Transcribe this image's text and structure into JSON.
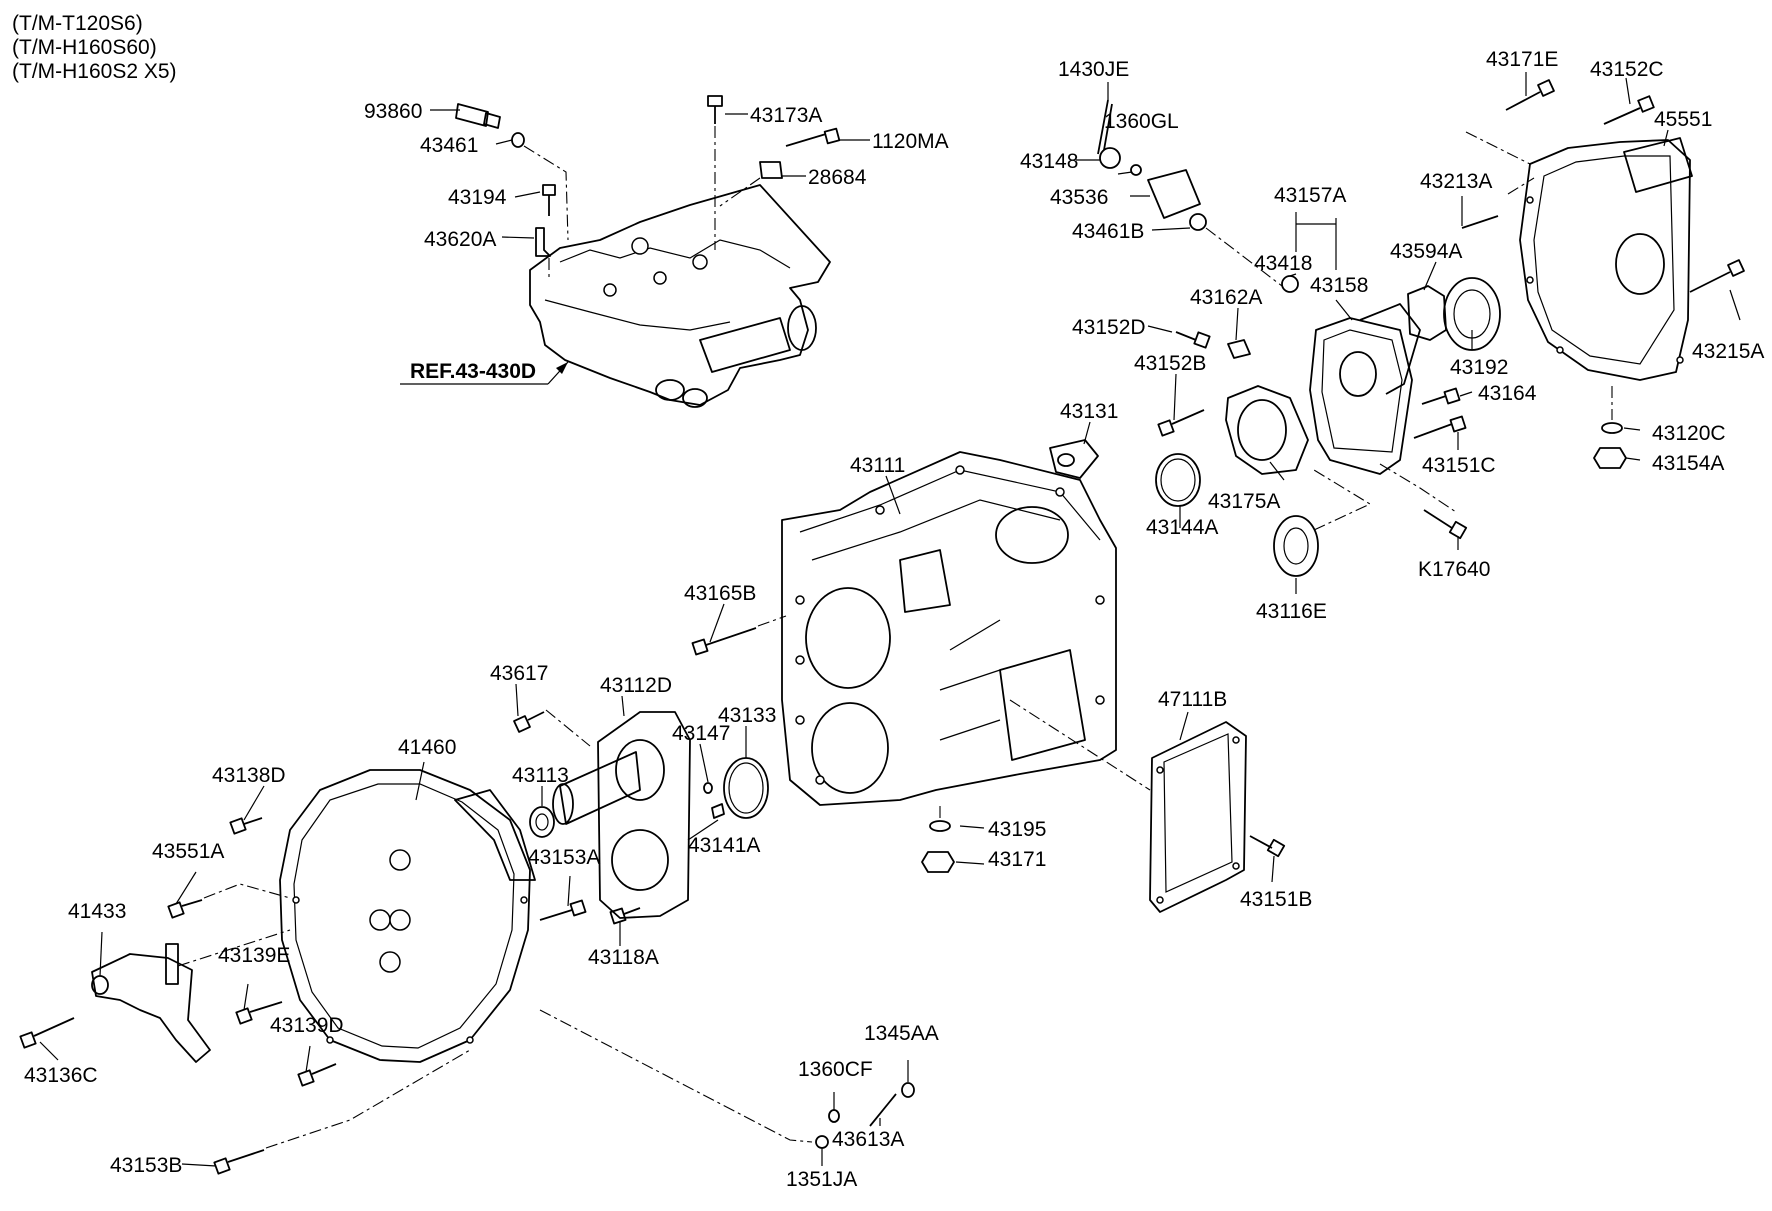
{
  "header": {
    "lines": [
      "(T/M-T120S6)",
      "(T/M-H160S60)",
      "(T/M-H160S2 X5)"
    ]
  },
  "reference": "REF.43-430D",
  "labels": {
    "p93860": "93860",
    "p43461": "43461",
    "p43194": "43194",
    "p43620A": "43620A",
    "p43173A": "43173A",
    "p1120MA": "1120MA",
    "p28684": "28684",
    "p1430JE": "1430JE",
    "p1360GL": "1360GL",
    "p43148": "43148",
    "p43536": "43536",
    "p43461B": "43461B",
    "p43157A": "43157A",
    "p43418": "43418",
    "p43158": "43158",
    "p43162A": "43162A",
    "p43152D": "43152D",
    "p43152B": "43152B",
    "p43594A": "43594A",
    "p43192": "43192",
    "p43213A": "43213A",
    "p43171E": "43171E",
    "p43152C": "43152C",
    "p45551": "45551",
    "p43215A": "43215A",
    "p43164": "43164",
    "p43151C": "43151C",
    "p43120C": "43120C",
    "p43154A": "43154A",
    "pK17640": "K17640",
    "p43116E": "43116E",
    "p43175A": "43175A",
    "p43144A": "43144A",
    "p43131": "43131",
    "p43111": "43111",
    "p43165B": "43165B",
    "p47111B": "47111B",
    "p43617": "43617",
    "p43112D": "43112D",
    "p43133": "43133",
    "p43147": "43147",
    "p43113": "43113",
    "p43141A": "43141A",
    "p43153A": "43153A",
    "p43118A": "43118A",
    "p43195": "43195",
    "p43171": "43171",
    "p43151B": "43151B",
    "p41460": "41460",
    "p43138D": "43138D",
    "p43551A": "43551A",
    "p41433": "41433",
    "p43139E": "43139E",
    "p43139D": "43139D",
    "p43136C": "43136C",
    "p43153B": "43153B",
    "p1345AA": "1345AA",
    "p1360CF": "1360CF",
    "p43613A": "43613A",
    "p1351JA": "1351JA"
  }
}
